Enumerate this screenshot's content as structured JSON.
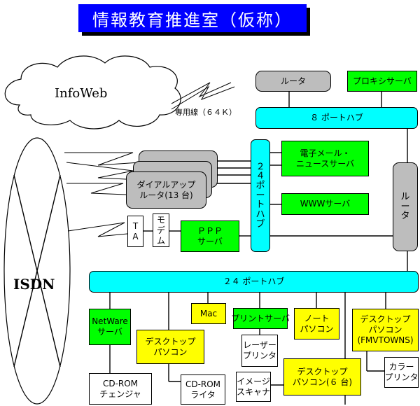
{
  "title": "情報教育推進室（仮称）",
  "cloud": {
    "label": "InfoWeb"
  },
  "isdn": {
    "label": "ISDN"
  },
  "leased_line": {
    "label": "専用線（６４Ｋ）"
  },
  "colors": {
    "title_bg": "#0000ff",
    "router": "#bdbdbd",
    "hub": "#00ffff",
    "server": "#00ff00",
    "pc": "#ffff00",
    "peripheral": "#ffffff"
  },
  "nodes": {
    "router_top": {
      "lines": [
        "ルータ"
      ]
    },
    "proxy_server": {
      "lines": [
        "プロキシサーバ"
      ]
    },
    "hub8": {
      "lines": [
        "８ ポートハブ"
      ]
    },
    "dialup_router": {
      "lines": [
        "ダイアルアップ",
        "ルータ(13 台)"
      ]
    },
    "hub24_vertical": {
      "lines": [
        "２",
        "４",
        "ポ",
        "ー",
        "ト",
        "ハ",
        "ブ"
      ]
    },
    "mail_server": {
      "lines": [
        "電子メール・",
        "ニュースサーバ"
      ]
    },
    "www_server": {
      "lines": [
        "WWWサーバ"
      ]
    },
    "router_right": {
      "lines": [
        "ル",
        "ー",
        "タ"
      ]
    },
    "ta": {
      "lines": [
        "T",
        "A"
      ]
    },
    "modem": {
      "lines": [
        "モ",
        "デ",
        "ム"
      ]
    },
    "ppp_server": {
      "lines": [
        "ＰＰＰ",
        "サーバ"
      ]
    },
    "hub24_main": {
      "lines": [
        "２４ ポートハブ"
      ]
    },
    "netware_server": {
      "lines": [
        "NetWare",
        "サーバ"
      ]
    },
    "mac": {
      "lines": [
        "Mac"
      ]
    },
    "print_server": {
      "lines": [
        "プリントサーバ"
      ]
    },
    "notebook_pc": {
      "lines": [
        "ノート",
        "パソコン"
      ]
    },
    "desktop_fmv": {
      "lines": [
        "デスクトップ",
        "パソコン",
        "(FMVTOWNS)"
      ]
    },
    "desktop_pc_a": {
      "lines": [
        "デスクトップ",
        "パソコン"
      ]
    },
    "laser_printer": {
      "lines": [
        "レーザー",
        "プリンタ"
      ]
    },
    "color_printer": {
      "lines": [
        "カラー",
        "プリンタ"
      ]
    },
    "desktop_pc_6": {
      "lines": [
        "デスクトップ",
        "パソコン(６ 台)"
      ]
    },
    "cdrom_changer": {
      "lines": [
        "CD-ROM",
        "チェンジャ"
      ]
    },
    "cdrom_writer": {
      "lines": [
        "CD-ROM",
        "ライタ"
      ]
    },
    "image_scanner": {
      "lines": [
        "イメージ",
        "スキャナ"
      ]
    }
  }
}
